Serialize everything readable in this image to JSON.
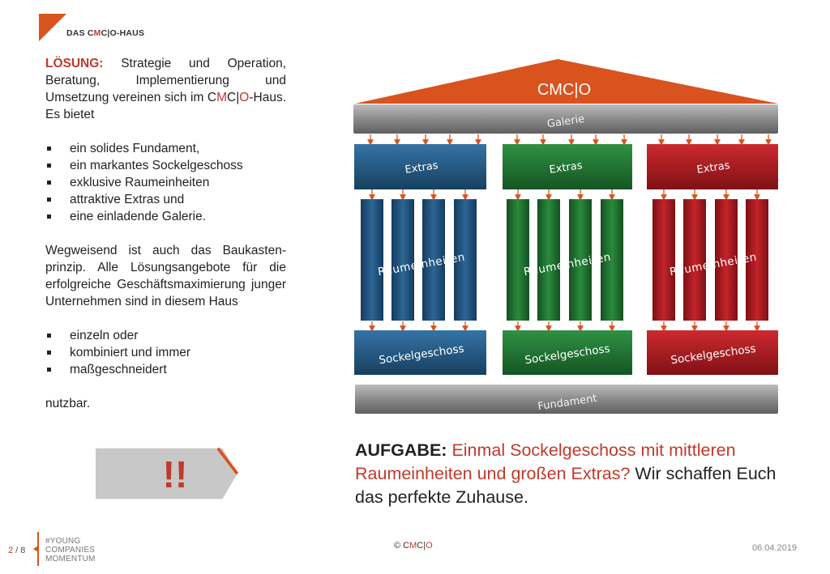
{
  "header": {
    "label_pre": "DAS C",
    "label_m": "M",
    "label_post": "C|O-HAUS"
  },
  "left": {
    "loesung_label": "LÖSUNG:",
    "intro_a": " Strategie und Operation, Beratung, Implementierung und Umsetzung vereinen sich im C",
    "intro_m": "M",
    "intro_b": "C|",
    "intro_o": "O",
    "intro_c": "-Haus. Es bietet",
    "bullets1": [
      "ein solides Fundament,",
      "ein markantes Sockelgeschoss",
      "exklusive Raumeinheiten",
      "attraktive Extras und",
      "eine einladende Galerie."
    ],
    "para2": "Wegweisend ist auch das Baukasten-prinzip. Alle Lösungsangebote für die erfolgreiche Geschäftsmaximierung junger Unternehmen sind in diesem Haus",
    "bullets2": [
      "einzeln oder",
      "kombiniert und immer",
      "maßgeschneidert"
    ],
    "closing": "nutzbar."
  },
  "callout": {
    "text": "!!"
  },
  "house": {
    "roof_label": "CMC|O",
    "galerie": "Galerie",
    "fundament": "Fundament",
    "columns": [
      {
        "extras": "Extras",
        "rooms": "Raumeinheiten",
        "base": "Sockelgeschoss",
        "color": "#1f4e79"
      },
      {
        "extras": "Extras",
        "rooms": "Raumeinheiten",
        "base": "Sockelgeschoss",
        "color": "#1e6b2e"
      },
      {
        "extras": "Extras",
        "rooms": "Raumeinheiten",
        "base": "Sockelgeschoss",
        "color": "#a3171c"
      }
    ],
    "roof_color": "#d9531e",
    "gray_color": "#808080"
  },
  "task": {
    "label": "AUFGABE:",
    "red_text": " Einmal Sockelgeschoss mit mittleren Raumeinheiten und großen Extras?",
    "dark_text": " Wir schaffen Euch das perfekte  Zuhause."
  },
  "footer": {
    "page_current": "2",
    "page_sep": " / 8",
    "brand_lines": [
      "#YOUNG",
      "COMPANIES",
      "MOMENTUM"
    ],
    "copy_symbol": "© C",
    "copy_m": "M",
    "copy_c": "C|",
    "copy_o": "O",
    "date": "06.04.2019"
  }
}
